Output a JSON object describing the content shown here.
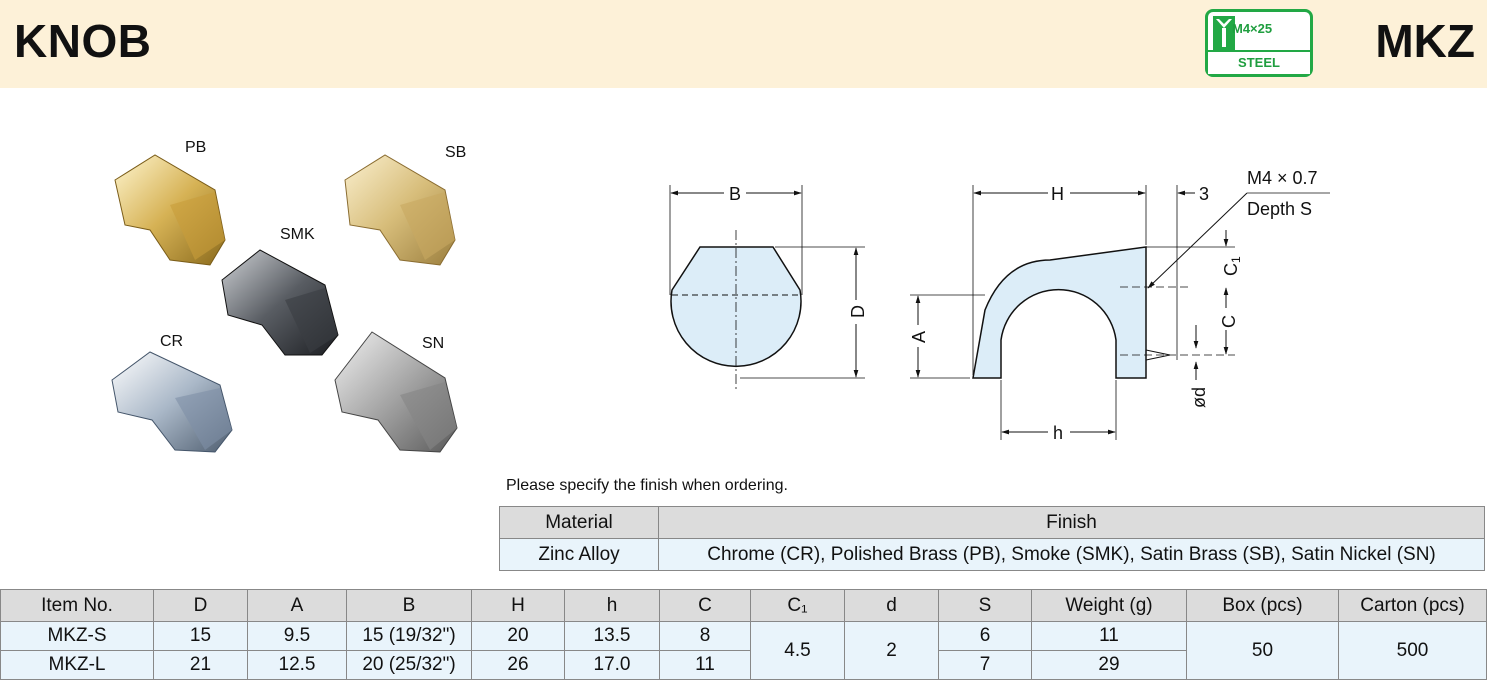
{
  "header": {
    "title": "KNOB",
    "code": "MKZ",
    "badge_top": "M4×25",
    "badge_bottom": "STEEL"
  },
  "photos": {
    "labels": [
      "PB",
      "SB",
      "SMK",
      "CR",
      "SN"
    ]
  },
  "diagram": {
    "B": "B",
    "D": "D",
    "H": "H",
    "three": "3",
    "thread": "M4 × 0.7",
    "depth": "Depth S",
    "C1": "C",
    "C1_sub": "1",
    "C": "C",
    "A": "A",
    "d": "ød",
    "h": "h"
  },
  "note": "Please specify the finish when ordering.",
  "finish_table": {
    "headers": [
      "Material",
      "Finish"
    ],
    "row": [
      "Zinc Alloy",
      "Chrome (CR), Polished Brass (PB), Smoke (SMK), Satin Brass (SB), Satin Nickel (SN)"
    ]
  },
  "spec_table": {
    "headers": [
      "Item No.",
      "D",
      "A",
      "B",
      "H",
      "h",
      "C",
      "C₁",
      "d",
      "S",
      "Weight (g)",
      "Box (pcs)",
      "Carton (pcs)"
    ],
    "rows": [
      [
        "MKZ-S",
        "15",
        "9.5",
        "15 (19/32\")",
        "20",
        "13.5",
        "8",
        "6",
        "11"
      ],
      [
        "MKZ-L",
        "21",
        "12.5",
        "20 (25/32\")",
        "26",
        "17.0",
        "11",
        "7",
        "29"
      ]
    ],
    "shared": {
      "c1": "4.5",
      "d": "2",
      "box": "50",
      "carton": "500"
    }
  }
}
